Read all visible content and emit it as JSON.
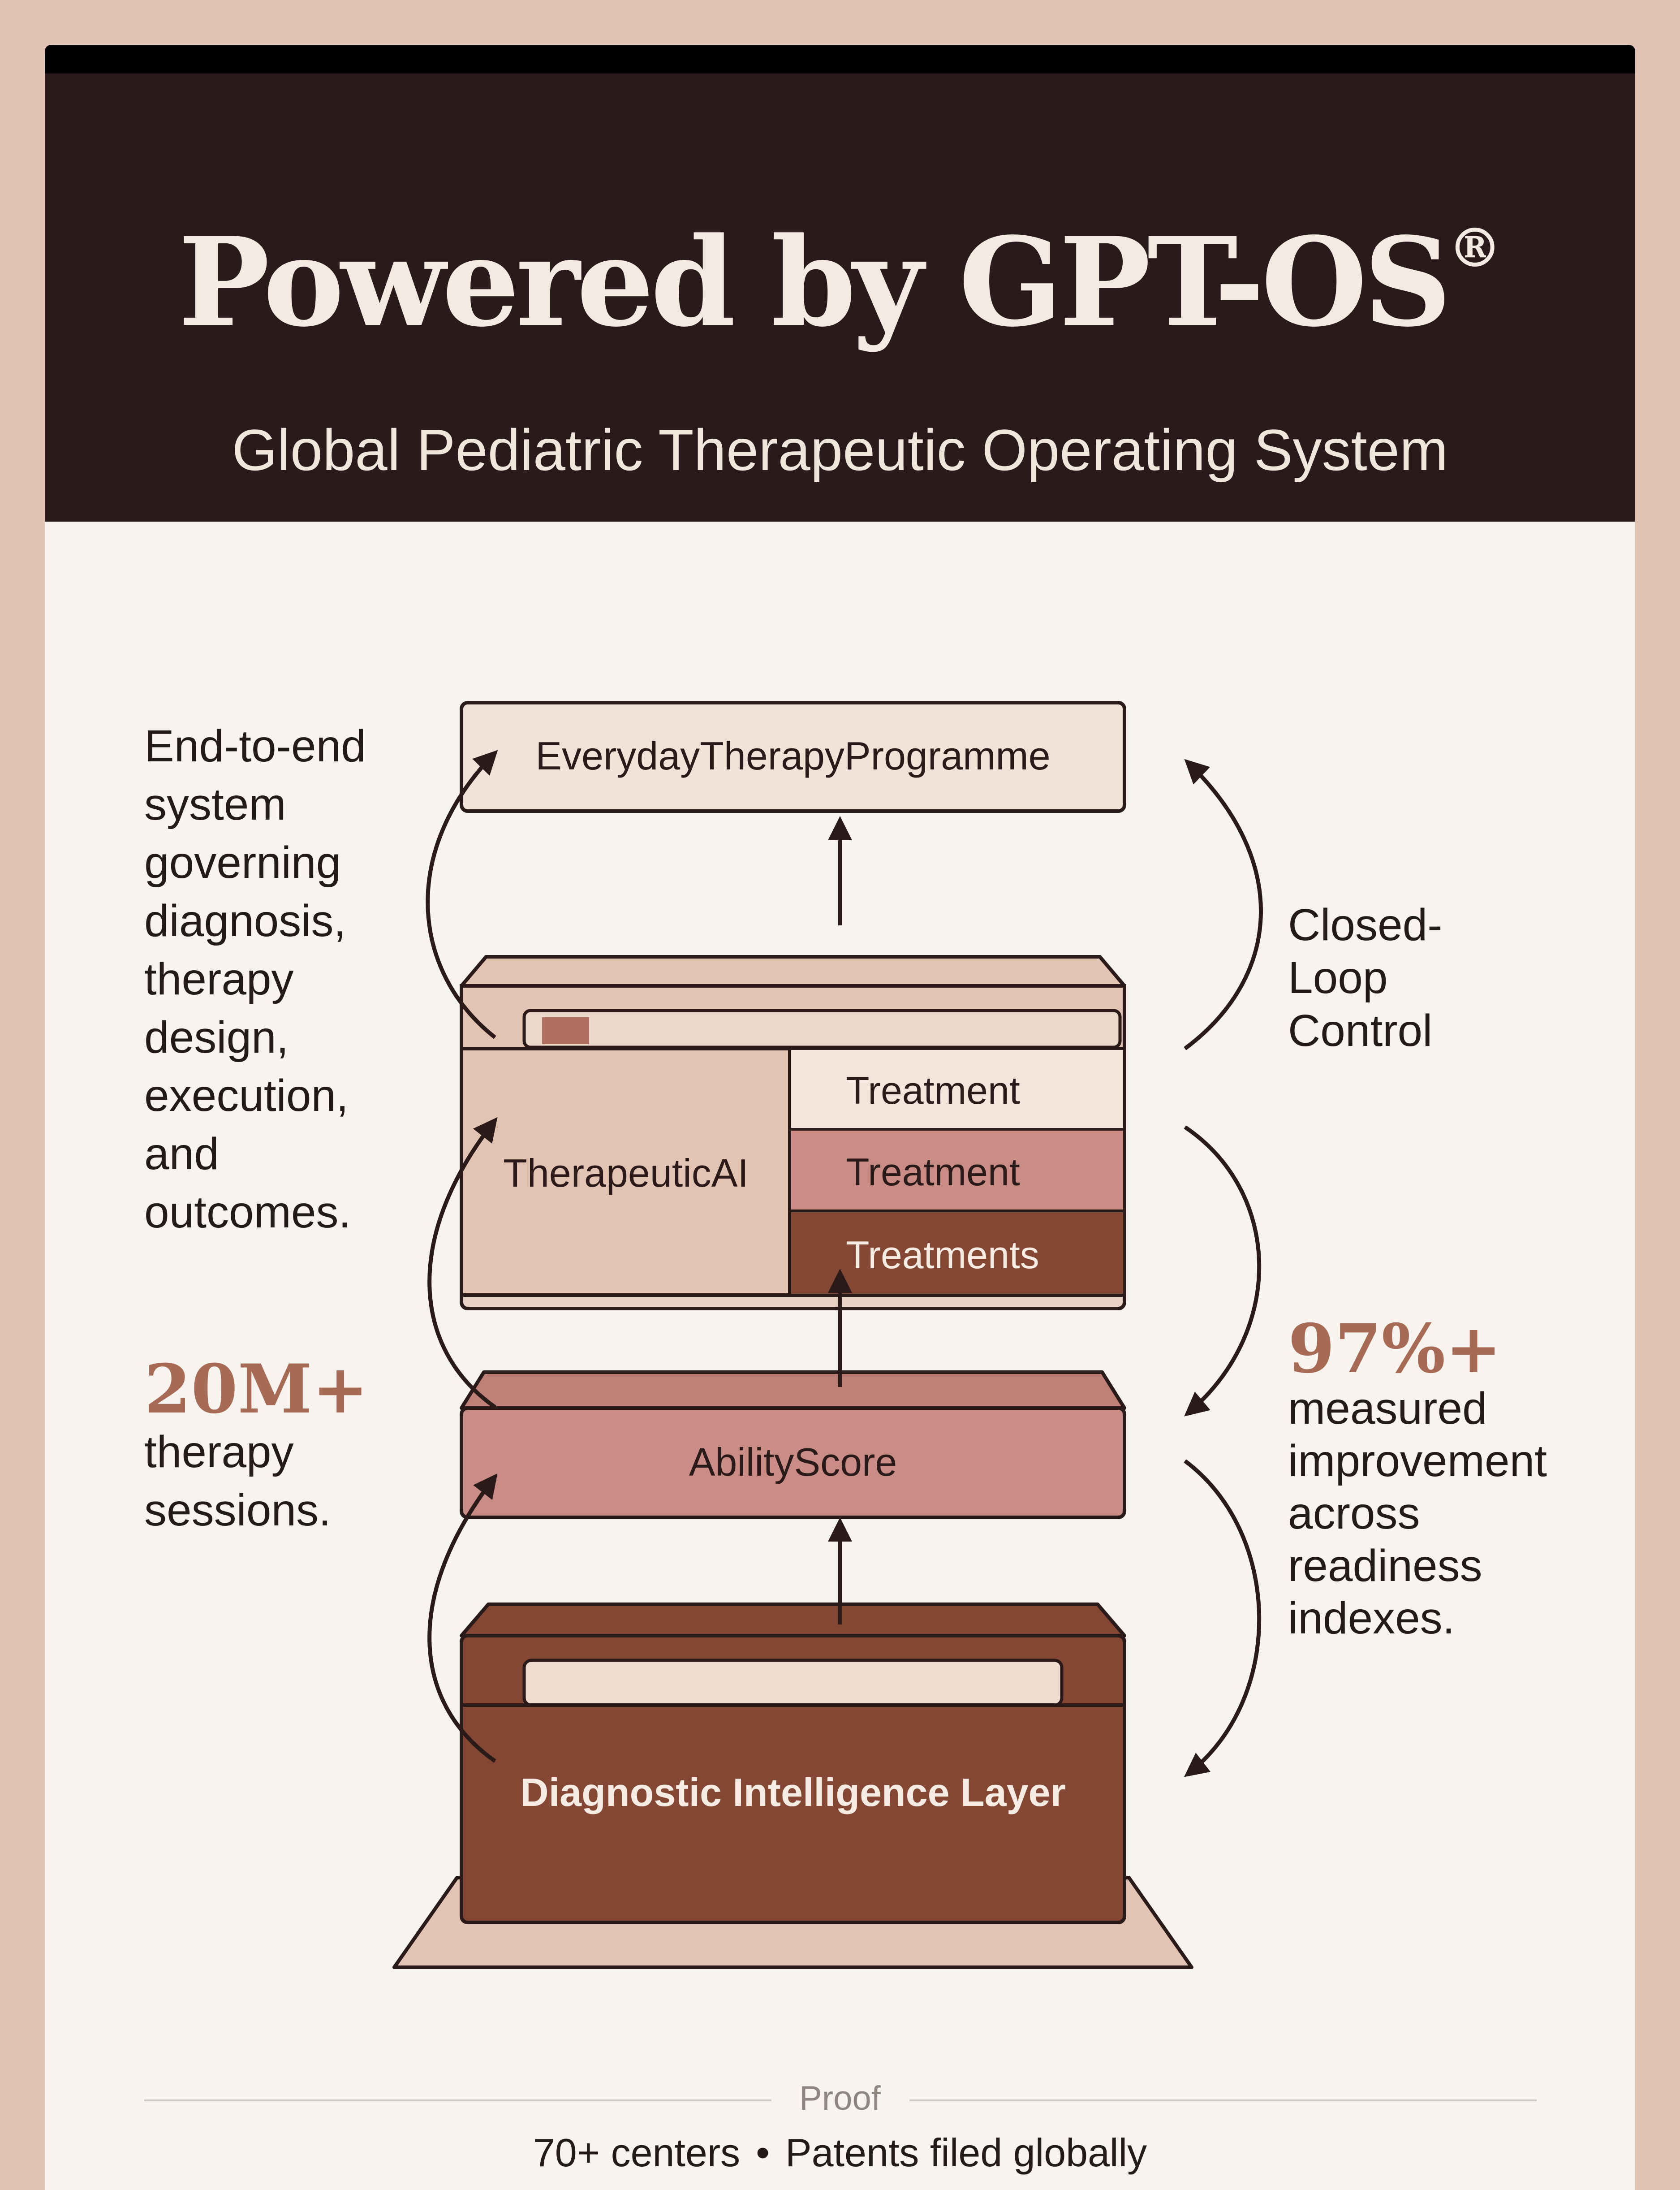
{
  "header": {
    "title": "Powered by GPT-OS",
    "registered_mark": "®",
    "subtitle": "Global Pediatric Therapeutic Operating System"
  },
  "left_notes": {
    "system_text": "End-to-end system governing diagnosis, therapy design, execution, and outcomes.",
    "sessions_stat": "20M+",
    "sessions_text": "therapy sessions."
  },
  "right_notes": {
    "loop_text": "Closed-Loop Control",
    "improvement_stat": "97%+",
    "improvement_text": "measured improvement across readiness indexes."
  },
  "layers": {
    "programme": "EverydayTherapyProgramme",
    "therapeutic_ai": "TherapeuticAI",
    "treatment_1": "Treatment",
    "treatment_2": "Treatment",
    "treatment_3": "Treatments",
    "ability_score": "AbilityScore",
    "diagnostic": "Diagnostic Intelligence Layer"
  },
  "proof": {
    "label": "Proof",
    "item_1": "70+ centers",
    "separator": "•",
    "item_2": "Patents filed globally"
  },
  "colors": {
    "background": "#e2c2b3",
    "header": "#2b1a1c",
    "card": "#f7f3ee",
    "light_fill": "#f1e3d8",
    "tan_fill": "#e3c4b3",
    "rose_fill": "#c98d85",
    "brown_fill": "#834733",
    "accent": "#a76a55",
    "ink": "#2a1a1a"
  }
}
